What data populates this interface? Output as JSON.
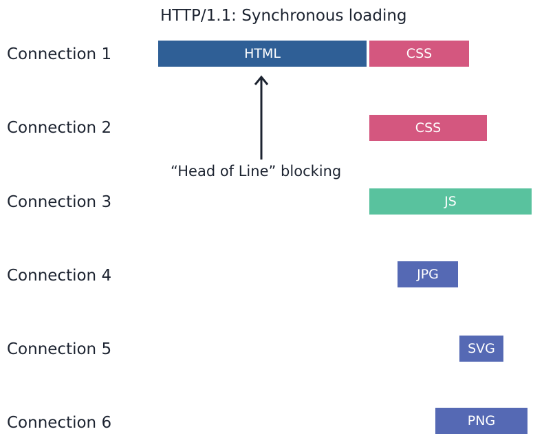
{
  "title": "HTTP/1.1: Synchronous loading",
  "connections": [
    {
      "label": "Connection 1"
    },
    {
      "label": "Connection 2"
    },
    {
      "label": "Connection 3"
    },
    {
      "label": "Connection 4"
    },
    {
      "label": "Connection 5"
    },
    {
      "label": "Connection 6"
    }
  ],
  "bars": {
    "html": "HTML",
    "css1": "CSS",
    "css2": "CSS",
    "js": "JS",
    "jpg": "JPG",
    "svg": "SVG",
    "png": "PNG"
  },
  "annotation": "“Head of Line” blocking",
  "colors": {
    "html": "#2f5f96",
    "css": "#d4577f",
    "js": "#59c29e",
    "image": "#5569b4"
  }
}
